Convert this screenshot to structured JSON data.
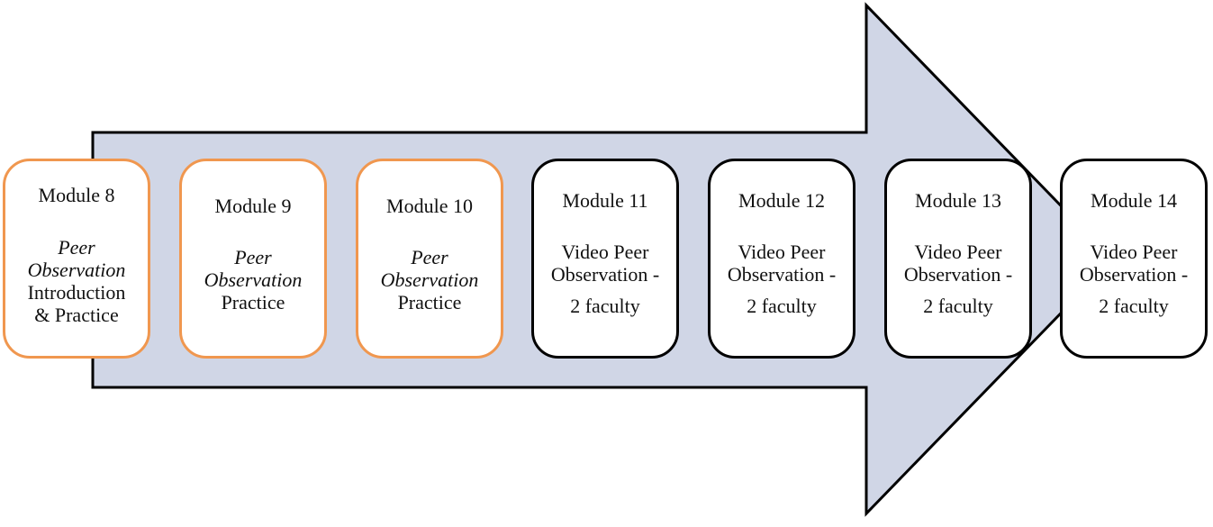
{
  "colors": {
    "arrow_fill": "#d0d6e6",
    "arrow_stroke": "#000000",
    "orange_border": "#f0974f",
    "black_border": "#000000"
  },
  "modules": [
    {
      "title": "Module 8",
      "lines": [
        {
          "text": "Peer",
          "italic": true
        },
        {
          "text": "Observation",
          "italic": true
        },
        {
          "text": "Introduction",
          "italic": false
        },
        {
          "text": "& Practice",
          "italic": false
        }
      ]
    },
    {
      "title": "Module 9",
      "lines": [
        {
          "text": "Peer",
          "italic": true
        },
        {
          "text": "Observation",
          "italic": true
        },
        {
          "text": "Practice",
          "italic": false
        }
      ]
    },
    {
      "title": "Module 10",
      "lines": [
        {
          "text": "Peer",
          "italic": true
        },
        {
          "text": "Observation",
          "italic": true
        },
        {
          "text": "Practice",
          "italic": false
        }
      ]
    },
    {
      "title": "Module 11",
      "lines": [
        {
          "text": "Video Peer",
          "italic": false
        },
        {
          "text": "Observation -",
          "italic": false
        },
        {
          "text": "2 faculty",
          "italic": false
        }
      ]
    },
    {
      "title": "Module 12",
      "lines": [
        {
          "text": "Video Peer",
          "italic": false
        },
        {
          "text": "Observation -",
          "italic": false
        },
        {
          "text": "2 faculty",
          "italic": false
        }
      ]
    },
    {
      "title": "Module 13",
      "lines": [
        {
          "text": "Video Peer",
          "italic": false
        },
        {
          "text": "Observation -",
          "italic": false
        },
        {
          "text": "2 faculty",
          "italic": false
        }
      ]
    },
    {
      "title": "Module 14",
      "lines": [
        {
          "text": "Video Peer",
          "italic": false
        },
        {
          "text": "Observation -",
          "italic": false
        },
        {
          "text": "2 faculty",
          "italic": false
        }
      ]
    }
  ]
}
